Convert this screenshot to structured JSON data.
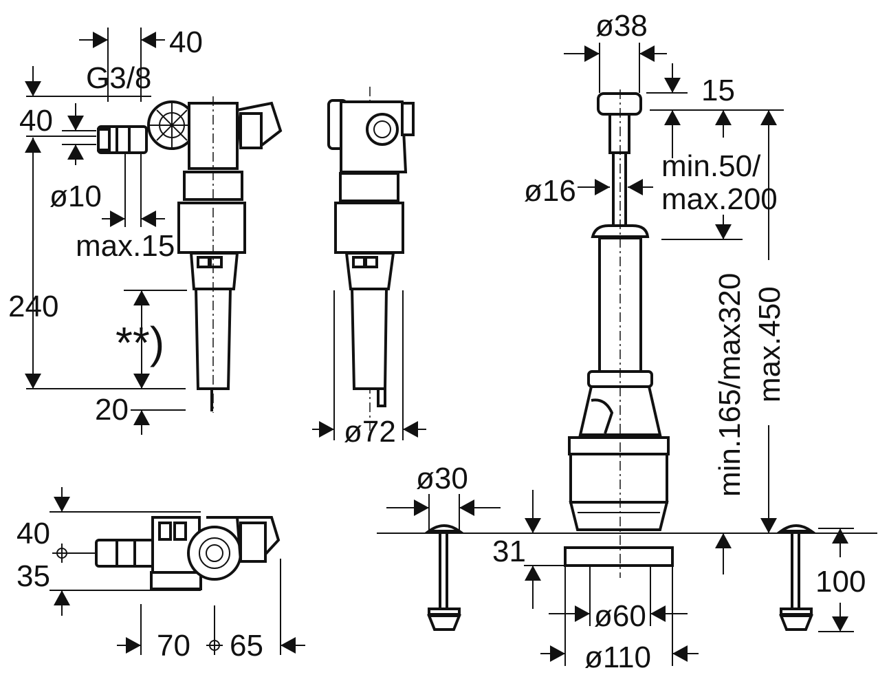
{
  "labels": {
    "fill_valve_side": {
      "top_width": "40",
      "thread": "G3/8",
      "inlet_height": "40",
      "inlet_diameter": "ø10",
      "max_offset": "max.15",
      "height": "240",
      "note": "**)",
      "bottom": "20"
    },
    "fill_valve_front": {
      "diameter": "ø72"
    },
    "fill_valve_top": {
      "upper": "40",
      "lower": "35",
      "left_width": "70",
      "right_width": "65"
    },
    "flush_valve": {
      "top_diameter": "ø38",
      "cap_height": "15",
      "stem_diameter": "ø16",
      "stroke_line1": "min.50/",
      "stroke_line2": "max.200",
      "height_range": "min.165/max320",
      "max_height": "max.450",
      "bolt_diameter": "ø30",
      "base_height": "31",
      "bolt_length": "100",
      "outlet_diameter": "ø60",
      "base_diameter": "ø110"
    }
  }
}
